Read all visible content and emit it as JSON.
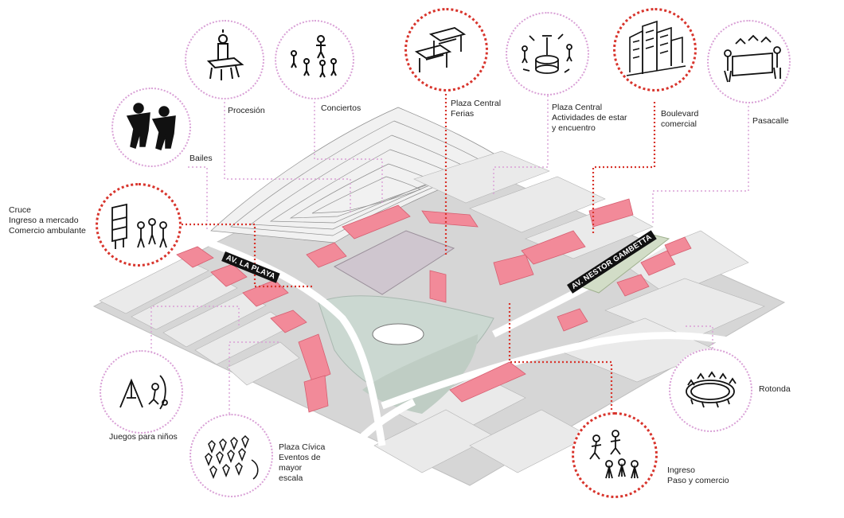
{
  "colors": {
    "highlight": "#f28a99",
    "connector_pink": "#d9a0d6",
    "connector_red": "#d8342c",
    "block": "#e2e2e2",
    "street": "#bdbdbd",
    "green": "#c9d6cf"
  },
  "streets": {
    "la_playa": "AV. LA PLAYA",
    "nestor_gambetta": "AV. NESTOR GAMBETTA"
  },
  "activities": [
    {
      "key": "procesion",
      "label": "Procesión",
      "icon": "procession-icon",
      "style": "pink"
    },
    {
      "key": "conciertos",
      "label": "Conciertos",
      "icon": "concert-icon",
      "style": "pink"
    },
    {
      "key": "plaza_ferias",
      "label": "Plaza Central\nFerias",
      "icon": "market-stalls-icon",
      "style": "red"
    },
    {
      "key": "plaza_actividades",
      "label": "Plaza Central\nActividades de estar\ny encuentro",
      "icon": "gathering-icon",
      "style": "pink"
    },
    {
      "key": "boulevard",
      "label": "Boulevard\ncomercial",
      "icon": "buildings-icon",
      "style": "red"
    },
    {
      "key": "pasacalle",
      "label": "Pasacalle",
      "icon": "parade-icon",
      "style": "pink"
    },
    {
      "key": "bailes",
      "label": "Bailes",
      "icon": "dance-icon",
      "style": "pink"
    },
    {
      "key": "cruce",
      "label": "Cruce\nIngreso a mercado\nComercio ambulante",
      "icon": "vendor-cart-icon",
      "style": "red"
    },
    {
      "key": "juegos",
      "label": "Juegos para niños",
      "icon": "playground-icon",
      "style": "pink"
    },
    {
      "key": "plaza_civica",
      "label": "Plaza Cívica\nEventos de\nmayor\nescala",
      "icon": "crowd-icon",
      "style": "pink"
    },
    {
      "key": "rotonda",
      "label": "Rotonda",
      "icon": "roundabout-icon",
      "style": "pink"
    },
    {
      "key": "ingreso",
      "label": "Ingreso\nPaso y comercio",
      "icon": "walkers-icon",
      "style": "red"
    }
  ]
}
